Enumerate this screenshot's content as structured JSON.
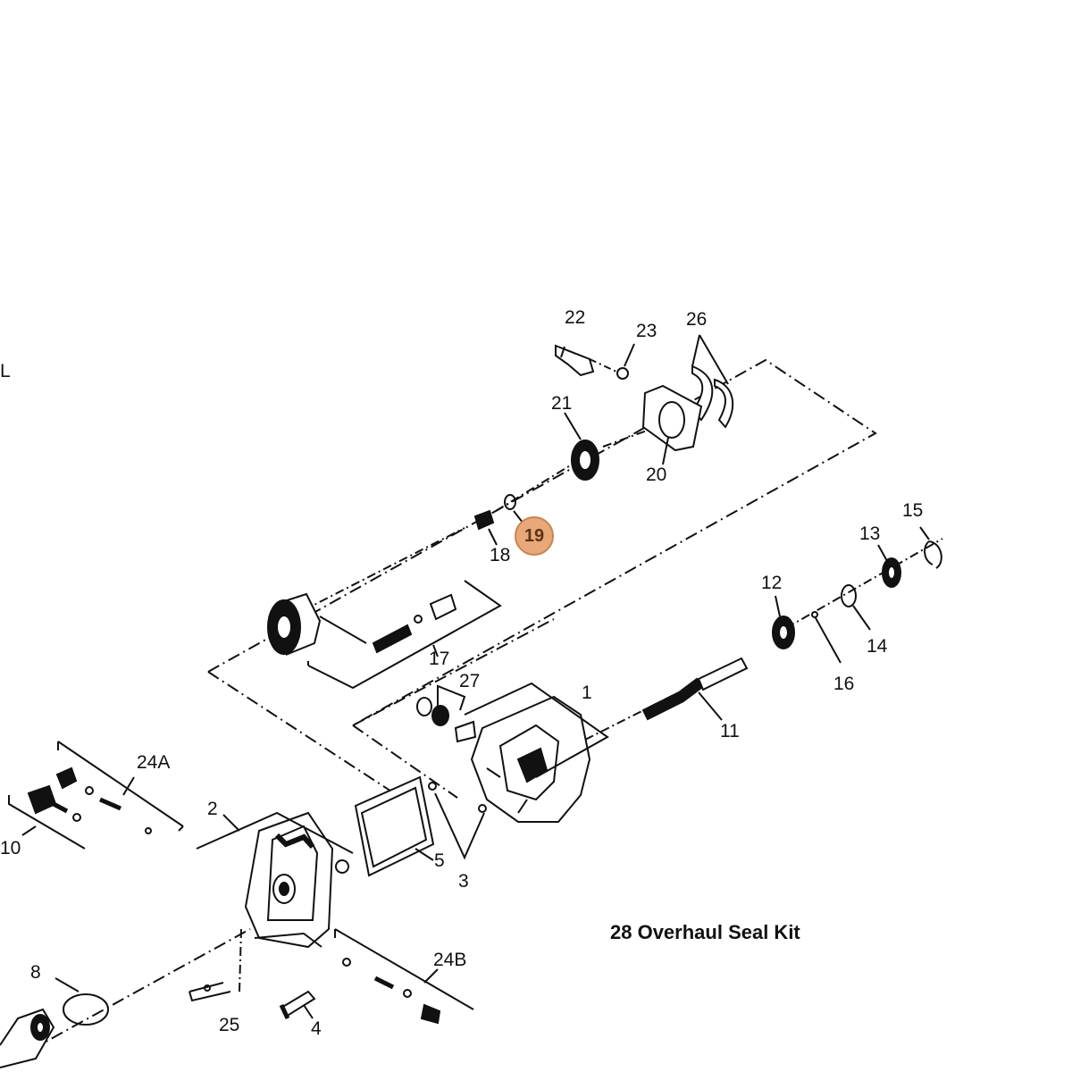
{
  "diagram": {
    "kit_title": "28  Overhaul Seal Kit",
    "edge_fragment": "L",
    "highlighted_part": "19",
    "highlight_color": "#e9a879",
    "part_labels": {
      "p1": "1",
      "p2": "2",
      "p3": "3",
      "p4": "4",
      "p5": "5",
      "p8": "8",
      "p10": "10",
      "p11": "11",
      "p12": "12",
      "p13": "13",
      "p14": "14",
      "p15": "15",
      "p16": "16",
      "p17": "17",
      "p18": "18",
      "p20": "20",
      "p21": "21",
      "p22": "22",
      "p23": "23",
      "p24A": "24A",
      "p24B": "24B",
      "p25": "25",
      "p26": "26",
      "p27": "27"
    }
  }
}
